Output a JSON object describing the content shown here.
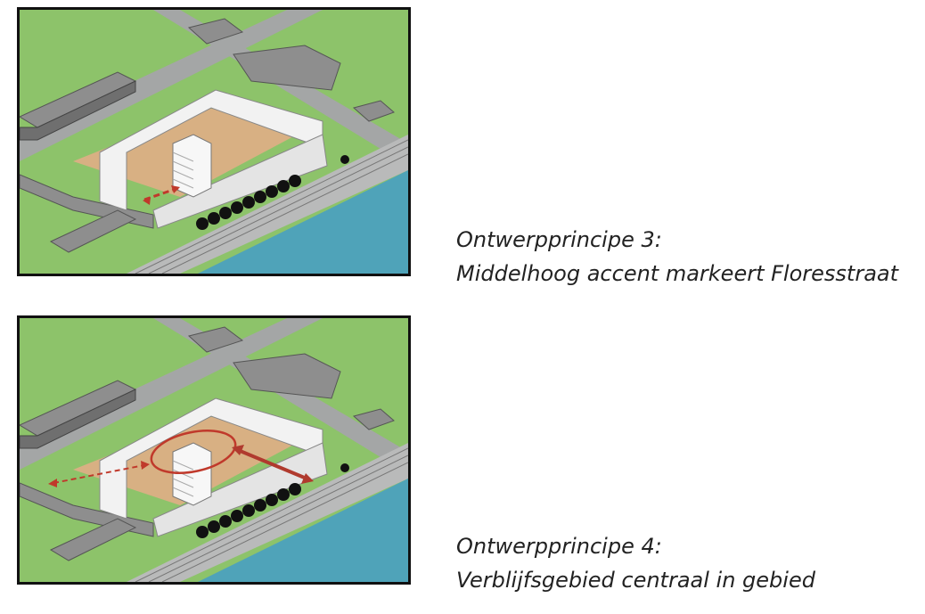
{
  "panels": [
    {
      "caption_line1": "Ontwerpprincipe 3:",
      "caption_line2": "Middelhoog accent markeert Floresstraat",
      "overlay": "dashed-arrow"
    },
    {
      "caption_line1": "Ontwerpprincipe 4:",
      "caption_line2": "Verblijfsgebied centraal in gebied",
      "overlay": "ellipse-and-arrows"
    }
  ],
  "colors": {
    "grass": "#8dc36a",
    "road": "#a4a6a6",
    "water": "#4fa3b9",
    "courtyard": "#d8b083",
    "building": "#f2f2f2",
    "old_building": "#8e8e8e",
    "arrow": "#c0392b"
  }
}
